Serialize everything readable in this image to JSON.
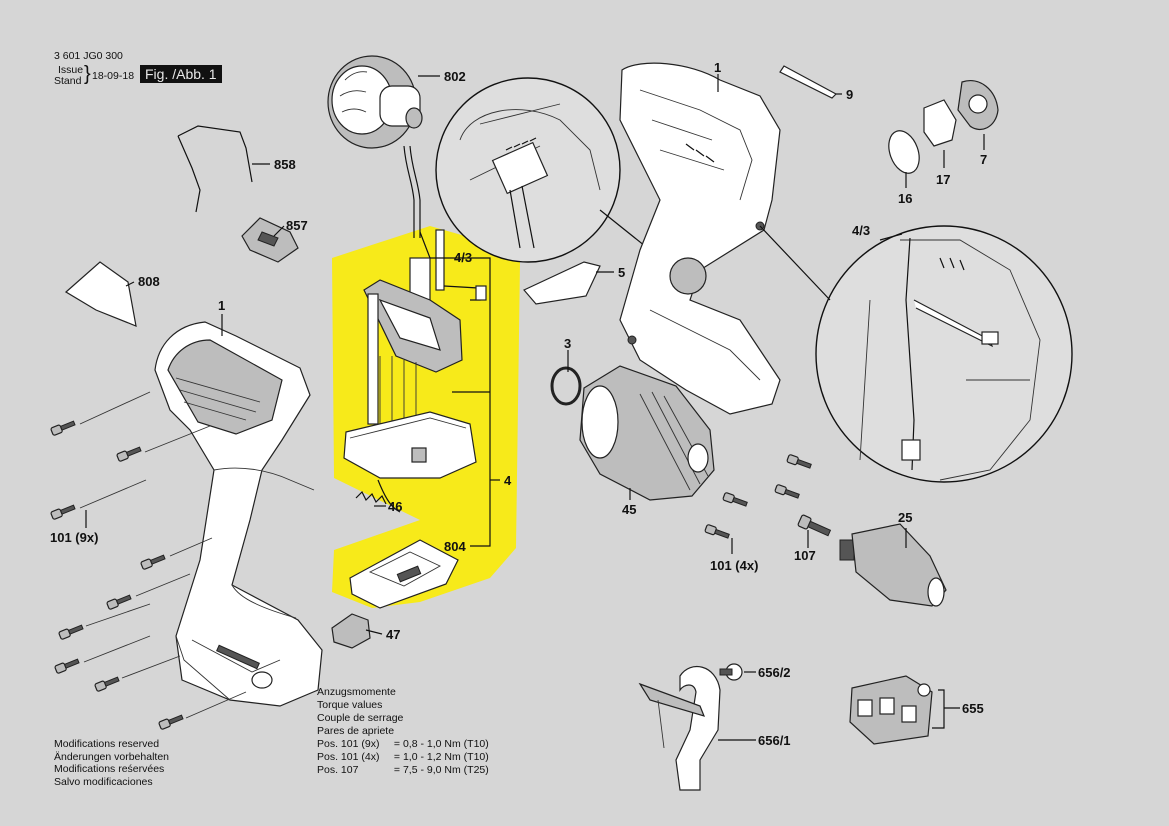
{
  "header": {
    "doc_number": "3 601 JG0 300",
    "issue_label": "Issue",
    "stand_label": "Stand",
    "date": "18-09-18",
    "figure_label": "Fig. /Abb. 1"
  },
  "parts": {
    "p802": "802",
    "p858": "858",
    "p857": "857",
    "p808": "808",
    "p1_left": "1",
    "p1_top": "1",
    "p9": "9",
    "p7": "7",
    "p17": "17",
    "p16": "16",
    "p4_3_center": "4/3",
    "p4_3_right": "4/3",
    "p5": "5",
    "p3": "3",
    "p4": "4",
    "p46": "46",
    "p804": "804",
    "p45": "45",
    "p25": "25",
    "p101_9x": "101 (9x)",
    "p101_4x": "101 (4x)",
    "p107": "107",
    "p47": "47",
    "p656_2": "656/2",
    "p656_1": "656/1",
    "p655": "655"
  },
  "torque": {
    "lines": [
      "Anzugsmomente",
      "Torque values",
      "Couple de serrage",
      "Pares de apriete"
    ],
    "rows": [
      {
        "pos": "Pos. 101 (9x)",
        "value": "= 0,8 - 1,0 Nm (T10)"
      },
      {
        "pos": "Pos. 101 (4x)",
        "value": "= 1,0 - 1,2 Nm (T10)"
      },
      {
        "pos": "Pos. 107",
        "value": "= 7,5 - 9,0 Nm (T25)"
      }
    ]
  },
  "modifications": [
    "Modifications reserved",
    "Änderungen vorbehalten",
    "Modifications reśervées",
    "Salvo modificaciones"
  ],
  "colors": {
    "background": "#d6d6d6",
    "highlight": "#f7ea1a",
    "ink": "#111111"
  }
}
